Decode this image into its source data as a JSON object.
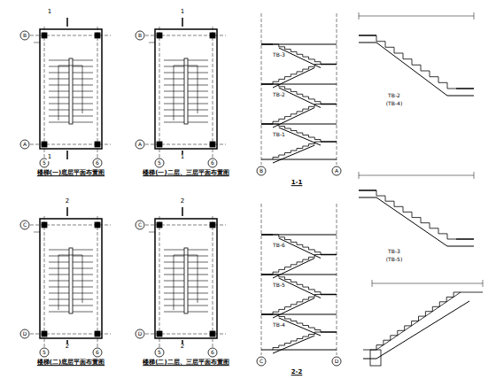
{
  "diagram": {
    "labels": [
      "1",
      "1",
      "B",
      "A",
      "5",
      "6",
      "楼梯(一)底层平面布置图",
      "1",
      "1",
      "B",
      "A",
      "5",
      "6",
      "楼梯(一)二层、三层平面布置图",
      "2",
      "2",
      "C",
      "D",
      "5",
      "6",
      "楼梯(二)底层平面布置图",
      "2",
      "2",
      "C",
      "D",
      "5",
      "6",
      "楼梯(二)二层、三层平面布置图",
      "TB-3",
      "TB-2",
      "TB-1",
      "B",
      "A",
      "1-1",
      "TB-6",
      "TB-5",
      "TB-4",
      "C",
      "D",
      "2-2",
      "TB-2",
      "(TB-4)",
      "TB-3",
      "(TB-5)"
    ]
  }
}
